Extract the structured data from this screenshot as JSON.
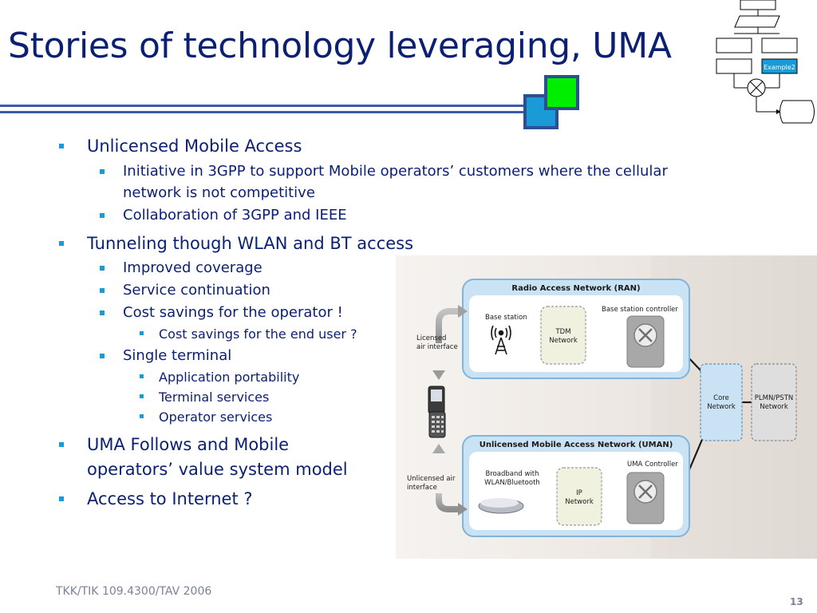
{
  "slide": {
    "title": "Stories of technology leveraging, UMA",
    "footer": "TKK/TIK 109.4300/TAV 2006",
    "page_number": "13"
  },
  "bullets": {
    "b1": "Unlicensed Mobile Access",
    "b1_1a": "Initiative in 3GPP to support Mobile operators’ customers where the cellular",
    "b1_1b": "network is not competitive",
    "b1_2": "Collaboration of 3GPP and IEEE",
    "b2": "Tunneling though WLAN and BT access",
    "b2_1": "Improved coverage",
    "b2_2": "Service continuation",
    "b2_3": "Cost savings for the operator !",
    "b2_3_1": "Cost savings for the end user ?",
    "b2_4": "Single terminal",
    "b2_4_1": "Application portability",
    "b2_4_2": "Terminal services",
    "b2_4_3": "Operator services",
    "b3a": "UMA Follows and Mobile",
    "b3b": "operators’ value system model",
    "b4": "Access to Internet ?"
  },
  "diagram": {
    "ran_title": "Radio Access Network (RAN)",
    "base_station": "Base station",
    "bsc": "Base station controller",
    "tdm_1": "TDM",
    "tdm_2": "Network",
    "licensed_1": "Licensed",
    "licensed_2": "air interface",
    "uman_title": "Unlicensed Mobile Access Network (UMAN)",
    "broadband_1": "Broadband with",
    "broadband_2": "WLAN/Bluetooth",
    "ip_1": "IP",
    "ip_2": "Network",
    "uma_controller": "UMA Controller",
    "unlicensed_1": "Unlicensed air",
    "unlicensed_2": "interface",
    "core_1": "Core",
    "core_2": "Network",
    "pstn_1": "PLMN/PSTN",
    "pstn_2": "Network"
  },
  "flowchart_label": "Example2",
  "colors": {
    "title": "#0b1f73",
    "bullet_marker": "#1a9bd7",
    "rule": "#3b5aa8",
    "green_square": "#00ee00",
    "blue_square": "#1a9bd7",
    "network_box": "#c9e3f5",
    "network_border": "#7fb4dd"
  }
}
